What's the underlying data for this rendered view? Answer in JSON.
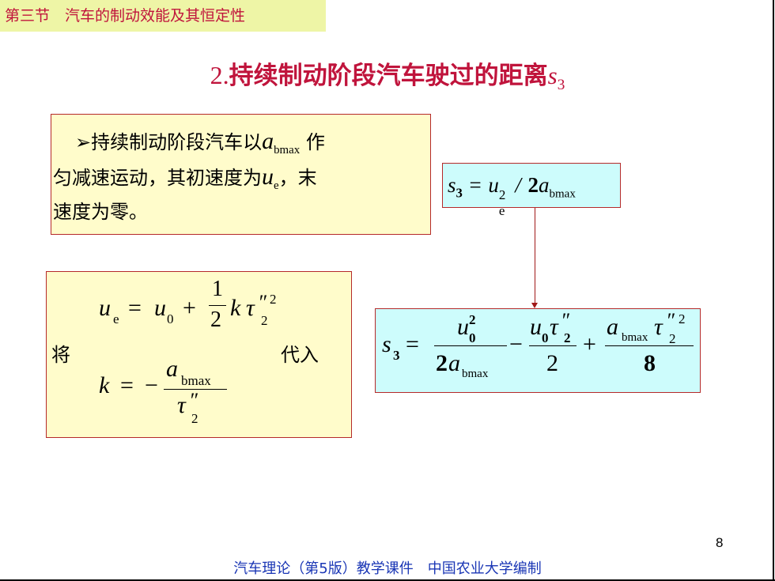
{
  "section_tag": "第三节　汽车的制动效能及其恒定性",
  "title": {
    "prefix": "2.",
    "text": "持续制动阶段汽车驶过的距离",
    "var": "s",
    "var_sub": "3"
  },
  "box1": {
    "bullet": "➢",
    "t1": "持续制动阶段汽车以",
    "a": "a",
    "a_sub": "bmax",
    "t2": "作",
    "t3": "匀减速运动，其初速度为",
    "u": "u",
    "u_sub": "e",
    "t4": "，末",
    "t5": "速度为零。"
  },
  "formula_top": {
    "s": "s",
    "s_sub": "3",
    "eq": "=",
    "u": "u",
    "u_sub": "e",
    "u_sup": "2",
    "slash": "/",
    "two": "2",
    "a": "a",
    "a_sub": "bmax"
  },
  "box3": {
    "jiang": "将",
    "daoru": "代入",
    "eq1": {
      "u": "u",
      "u_sub": "e",
      "eq": "=",
      "u0": "u",
      "u0_sub": "0",
      "plus": "+",
      "num": "1",
      "den": "2",
      "k": "k",
      "tau": "τ",
      "tau_prime": "″",
      "tau_sub": "2",
      "tau_sup": "2"
    },
    "eq2": {
      "k": "k",
      "eq": "=",
      "minus": "−",
      "a": "a",
      "a_sub": "bmax",
      "tau": "τ",
      "tau_prime": "″",
      "tau_sub": "2"
    }
  },
  "box4": {
    "s": "s",
    "s_sub": "3",
    "eq": "=",
    "f1_num_u": "u",
    "f1_num_sub": "0",
    "f1_num_sup": "2",
    "f1_den_two": "2",
    "f1_den_a": "a",
    "f1_den_sub": "bmax",
    "minus": "−",
    "f2_num_u": "u",
    "f2_num_u_sub": "0",
    "f2_num_tau": "τ",
    "f2_num_prime": "″",
    "f2_num_tau_sub": "2",
    "f2_den": "2",
    "plus": "+",
    "f3_num_a": "a",
    "f3_num_a_sub": "bmax",
    "f3_num_tau": "τ",
    "f3_num_prime": "″",
    "f3_num_tau_sub": "2",
    "f3_num_tau_sup": "2",
    "f3_den": "8"
  },
  "page_number": "8",
  "footer": "汽车理论（第5版）教学课件　中国农业大学编制",
  "colors": {
    "title": "#c0143c",
    "tag_bg": "#eef5a6",
    "yellow_box": "#fffccb",
    "cyan_box": "#cdfcfc",
    "border": "#b52a2a",
    "footer": "#1a36b5"
  }
}
